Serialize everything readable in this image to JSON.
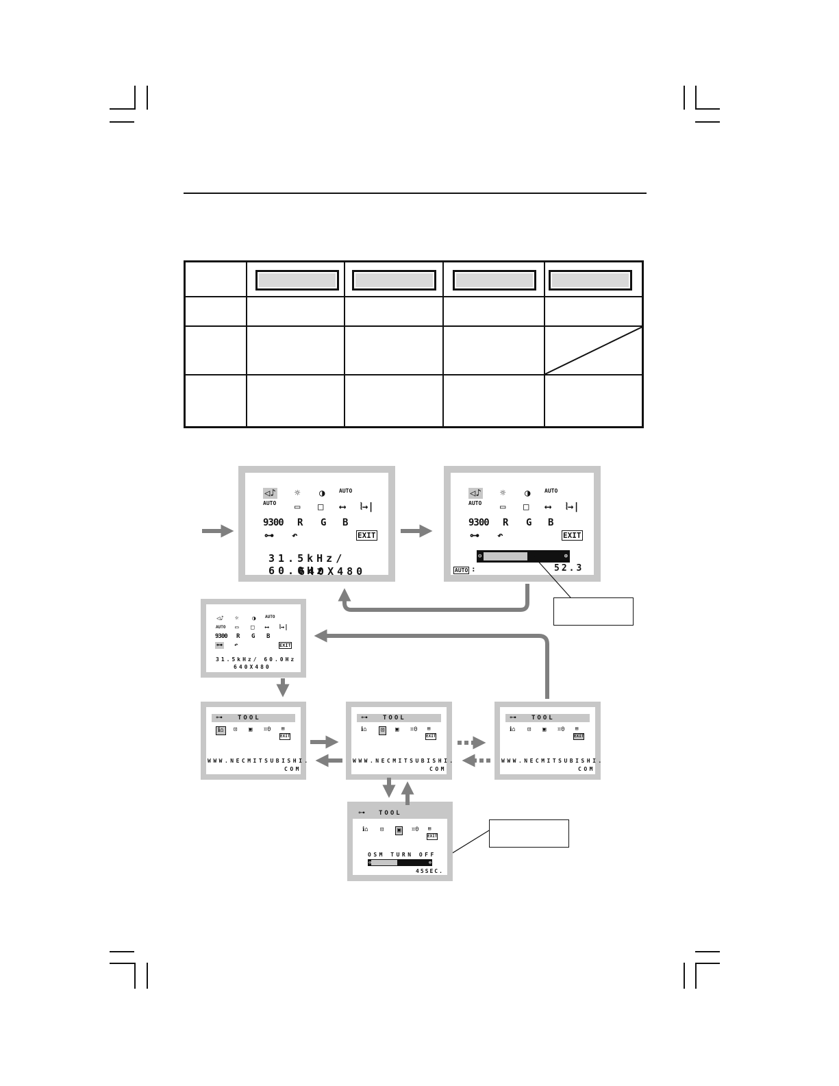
{
  "main_osd": {
    "icons": {
      "row1": [
        "◁♪",
        "☼",
        "◑",
        "AUTO"
      ],
      "row2": [
        "AUTO",
        "▭",
        "□",
        "⟷",
        "⦚→|"
      ],
      "row3": [
        "9300",
        "R",
        "G",
        "B"
      ],
      "row4": [
        "⊶",
        "↶",
        "EXIT"
      ]
    },
    "frequency": "31.5kHz/ 60.0Hz",
    "resolution": "640X480"
  },
  "adjust_osd": {
    "auto_label": "AUTO",
    "value": "52.3",
    "level": 0.55
  },
  "tool_osd": {
    "title": "TOOL",
    "url_line1": "WWW.NECMITSUBISHI.",
    "url_line2": "COM"
  },
  "timer_osd": {
    "title": "TOOL",
    "label": "OSM TURN OFF",
    "value": "45SEC.",
    "level": 0.45
  }
}
